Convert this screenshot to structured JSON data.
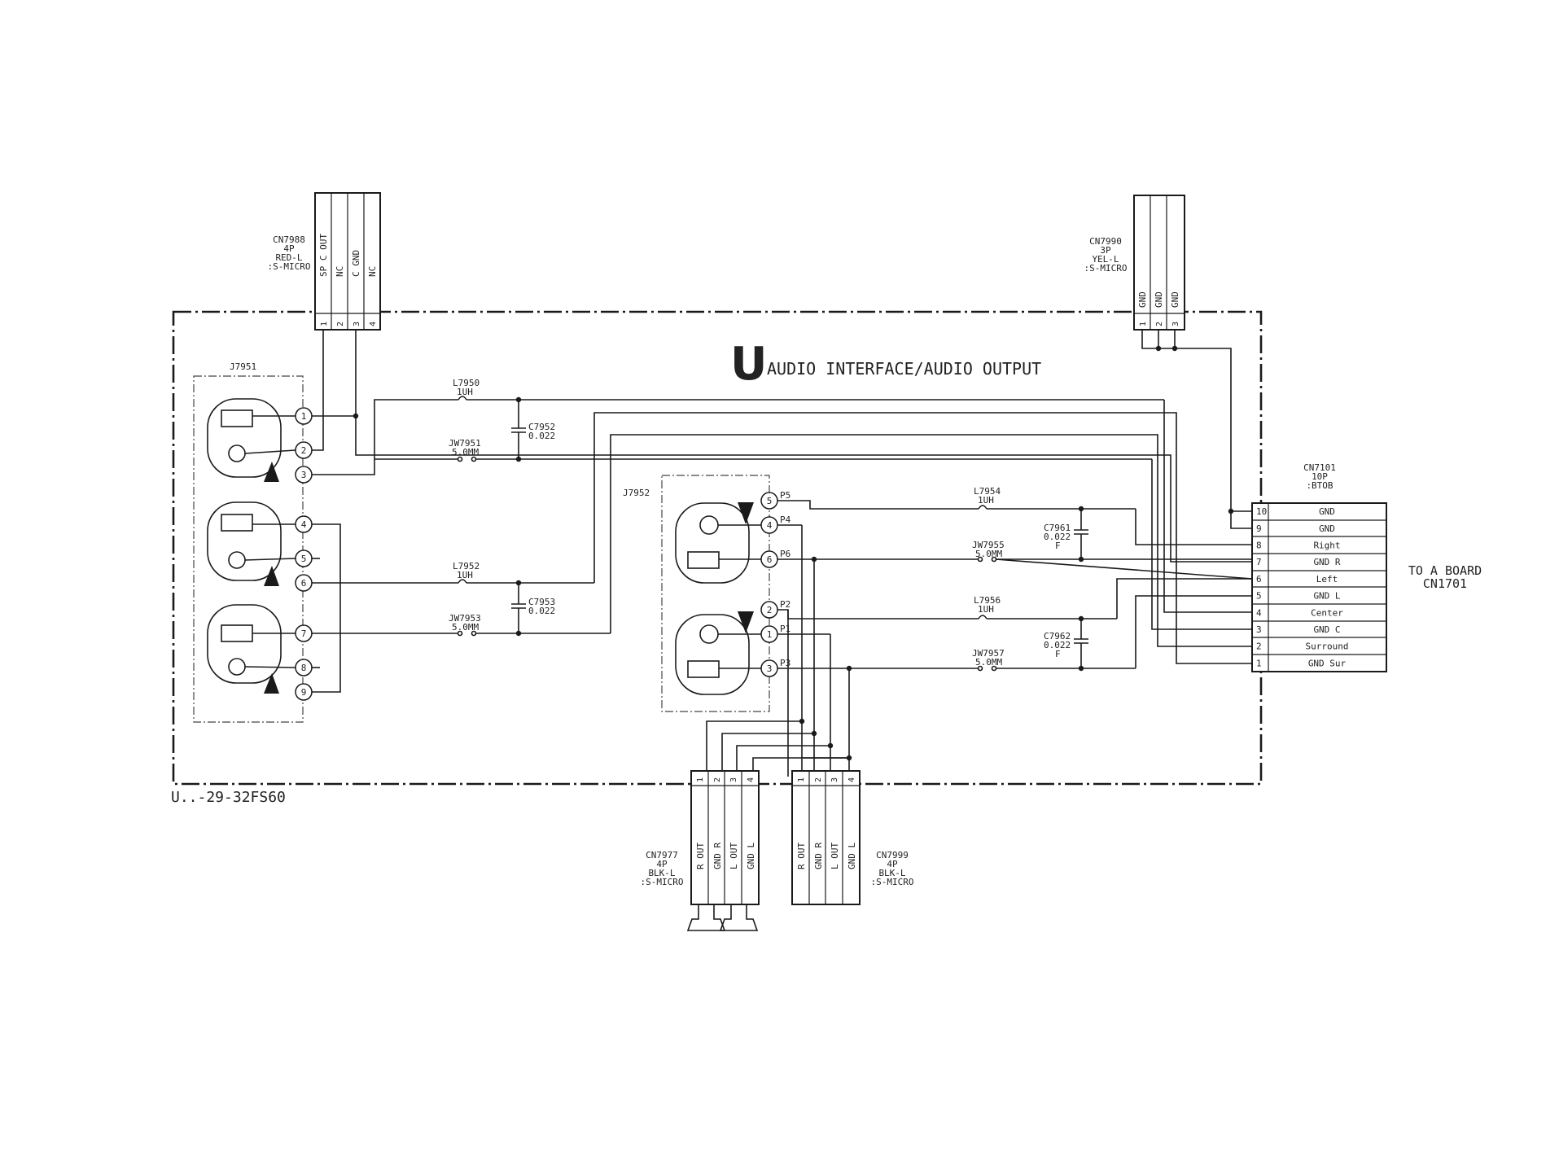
{
  "title": {
    "letter": "U",
    "text": "AUDIO INTERFACE/AUDIO OUTPUT"
  },
  "board_label": "U..-29-32FS60",
  "destination": {
    "line1": "TO A BOARD",
    "line2": "CN1701"
  },
  "connectors": {
    "cn7988": {
      "ref": "CN7988",
      "pins": "4P",
      "color": "RED-L",
      "type": ":S-MICRO",
      "signals": [
        "SP C OUT",
        "NC",
        "C GND",
        "NC"
      ],
      "numbers": [
        "1",
        "2",
        "3",
        "4"
      ]
    },
    "cn7990": {
      "ref": "CN7990",
      "pins": "3P",
      "color": "YEL-L",
      "type": ":S-MICRO",
      "signals": [
        "GND",
        "GND",
        "GND"
      ],
      "numbers": [
        "1",
        "2",
        "3"
      ]
    },
    "cn7101": {
      "ref": "CN7101",
      "pins": "10P",
      "type": ":BTOB",
      "rows": [
        {
          "num": "10",
          "signal": "GND"
        },
        {
          "num": "9",
          "signal": "GND"
        },
        {
          "num": "8",
          "signal": "Right"
        },
        {
          "num": "7",
          "signal": "GND R"
        },
        {
          "num": "6",
          "signal": "Left"
        },
        {
          "num": "5",
          "signal": "GND L"
        },
        {
          "num": "4",
          "signal": "Center"
        },
        {
          "num": "3",
          "signal": "GND C"
        },
        {
          "num": "2",
          "signal": "Surround"
        },
        {
          "num": "1",
          "signal": "GND Sur"
        }
      ]
    },
    "cn7977": {
      "ref": "CN7977",
      "pins": "4P",
      "color": "BLK-L",
      "type": ":S-MICRO",
      "signals": [
        "R OUT",
        "GND R",
        "L OUT",
        "GND L"
      ],
      "numbers": [
        "1",
        "2",
        "3",
        "4"
      ]
    },
    "cn7999": {
      "ref": "CN7999",
      "pins": "4P",
      "color": "BLK-L",
      "type": ":S-MICRO",
      "signals": [
        "R OUT",
        "GND R",
        "L OUT",
        "GND L"
      ],
      "numbers": [
        "1",
        "2",
        "3",
        "4"
      ]
    }
  },
  "jacks": {
    "j7951": {
      "ref": "J7951",
      "pins": [
        "1",
        "2",
        "3",
        "4",
        "5",
        "6",
        "7",
        "8",
        "9"
      ]
    },
    "j7952": {
      "ref": "J7952",
      "pins": [
        "5",
        "4",
        "6",
        "2",
        "1",
        "3"
      ],
      "labels": [
        "P5",
        "P4",
        "P6",
        "P2",
        "P1",
        "P3"
      ]
    }
  },
  "components": {
    "l7950": {
      "ref": "L7950",
      "value": "1UH"
    },
    "jw7951": {
      "ref": "JW7951",
      "value": "5.0MM"
    },
    "c7952": {
      "ref": "C7952",
      "value": "0.022"
    },
    "l7952": {
      "ref": "L7952",
      "value": "1UH"
    },
    "jw7953": {
      "ref": "JW7953",
      "value": "5.0MM"
    },
    "c7953": {
      "ref": "C7953",
      "value": "0.022"
    },
    "l7954": {
      "ref": "L7954",
      "value": "1UH"
    },
    "jw7955": {
      "ref": "JW7955",
      "value": "5.0MM"
    },
    "c7961": {
      "ref": "C7961",
      "value": "0.022",
      "tol": "F"
    },
    "l7956": {
      "ref": "L7956",
      "value": "1UH"
    },
    "jw7957": {
      "ref": "JW7957",
      "value": "5.0MM"
    },
    "c7962": {
      "ref": "C7962",
      "value": "0.022",
      "tol": "F"
    }
  }
}
